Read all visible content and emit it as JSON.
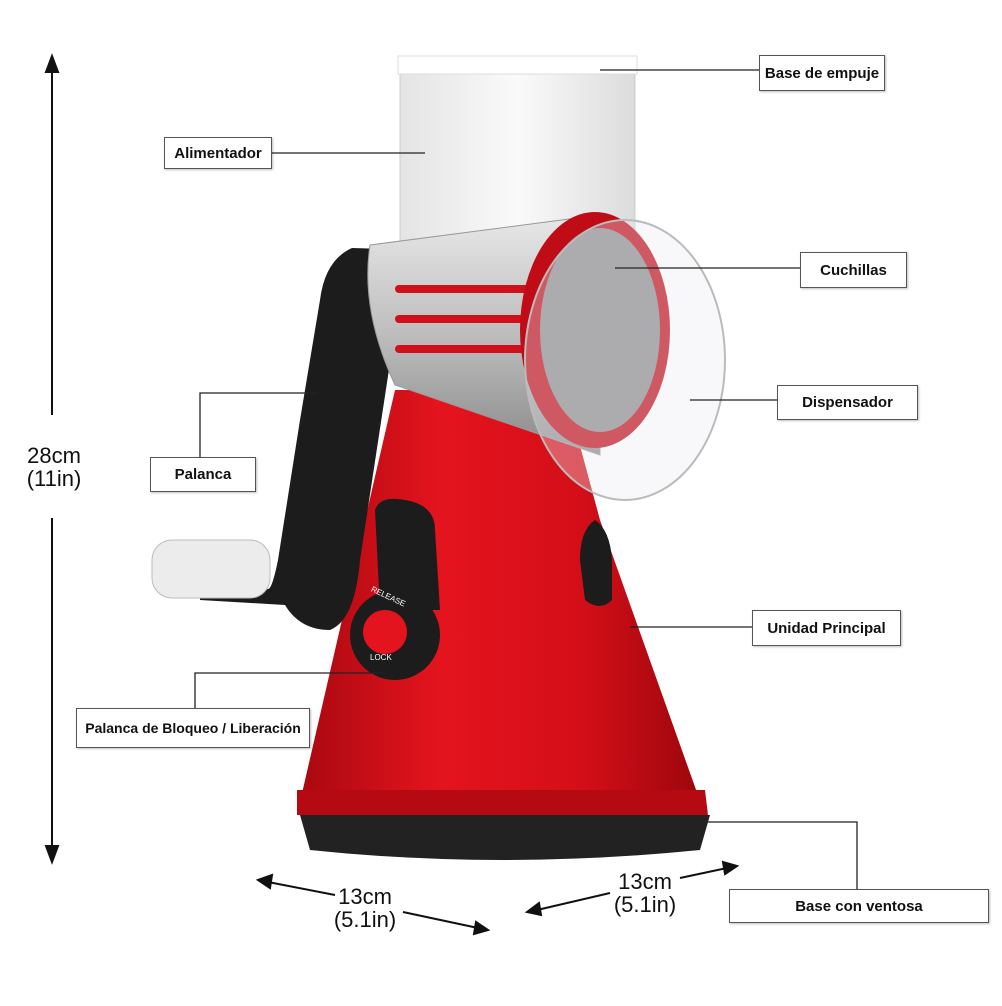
{
  "labels": {
    "push_base": "Base de empuje",
    "feeder": "Alimentador",
    "blades": "Cuchillas",
    "dispenser": "Dispensador",
    "lever": "Palanca",
    "main_unit": "Unidad Principal",
    "lock_release_lever": "Palanca de Bloqueo / Liberación",
    "suction_base": "Base con ventosa"
  },
  "dimensions": {
    "height_cm": "28cm",
    "height_in": "(11in)",
    "width_cm": "13cm",
    "width_in": "(5.1in)",
    "depth_cm": "13cm",
    "depth_in": "(5.1in)"
  },
  "product_markings": {
    "release": "RELEASE",
    "lock": "LOCK"
  },
  "colors": {
    "body_red": "#d8101a",
    "handle_black": "#1c1c1c",
    "base_black": "#222222"
  }
}
